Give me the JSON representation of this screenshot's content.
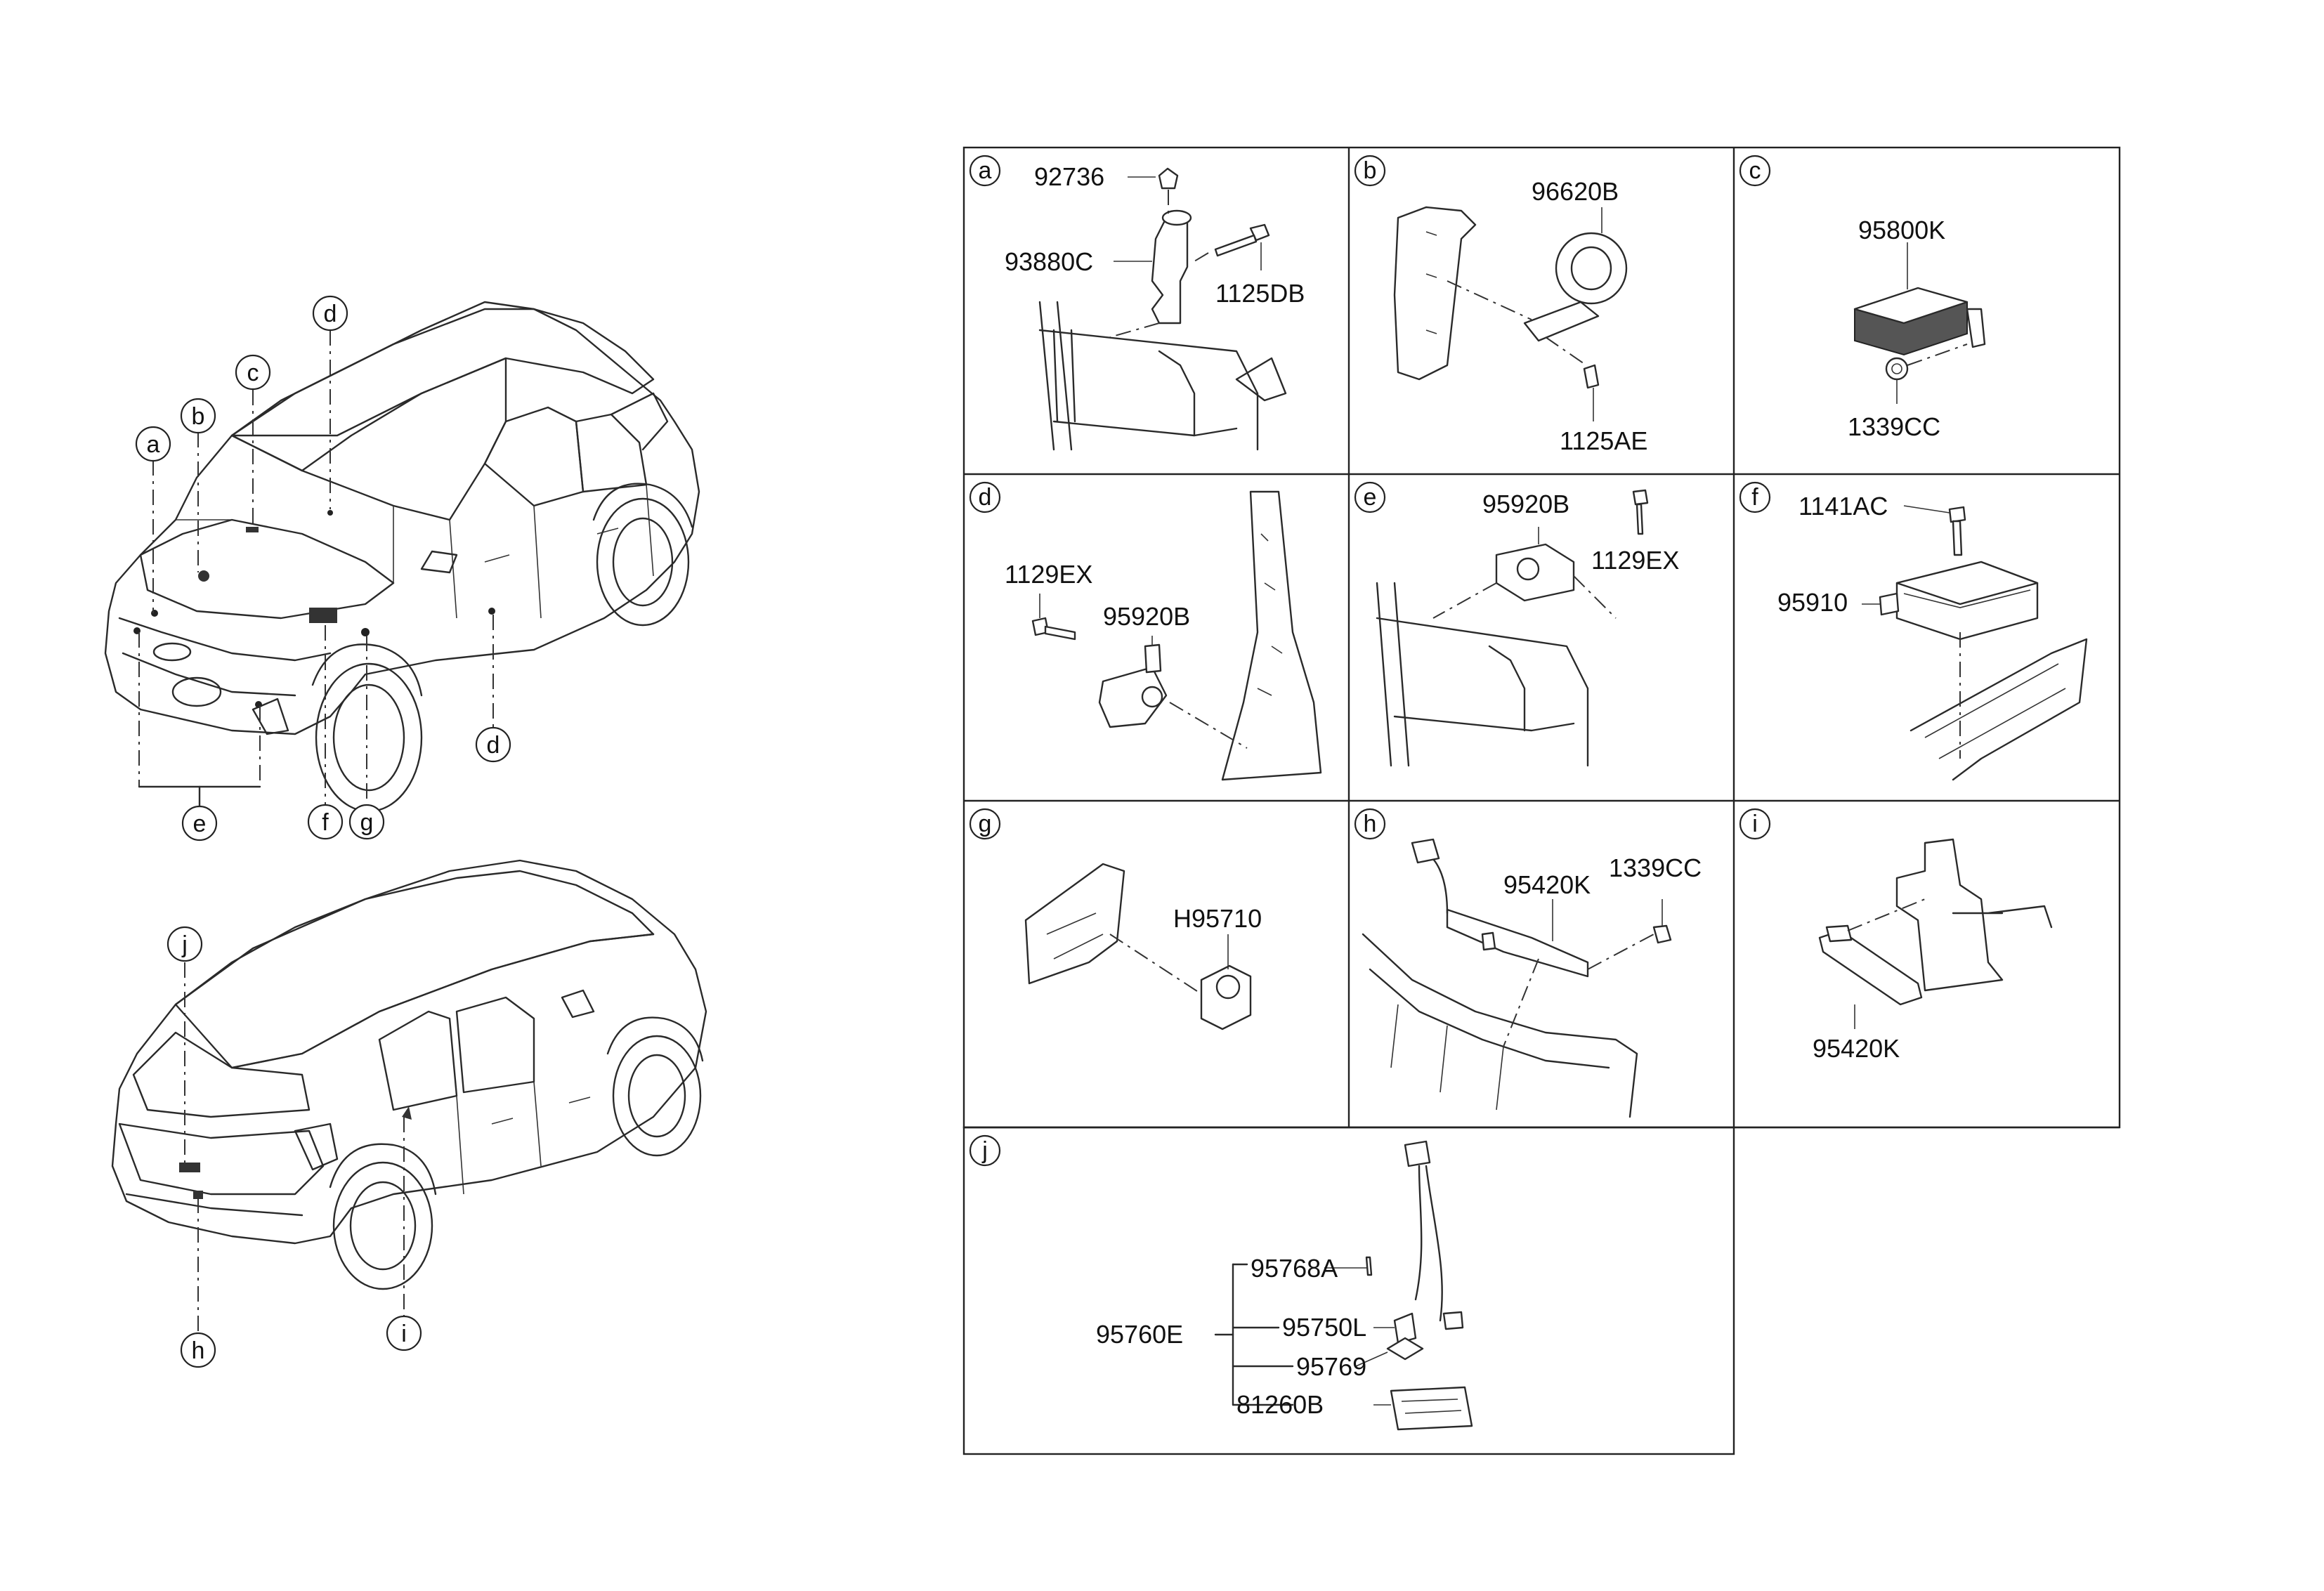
{
  "overview": {
    "front_callouts": [
      "a",
      "b",
      "c",
      "d",
      "d",
      "e",
      "f",
      "g"
    ],
    "rear_callouts": [
      "j",
      "h",
      "i"
    ]
  },
  "panels": [
    {
      "letter": "a",
      "parts": [
        "92736",
        "93880C",
        "1125DB"
      ]
    },
    {
      "letter": "b",
      "parts": [
        "96620B",
        "1125AE"
      ]
    },
    {
      "letter": "c",
      "parts": [
        "95800K",
        "1339CC"
      ]
    },
    {
      "letter": "d",
      "parts": [
        "1129EX",
        "95920B"
      ]
    },
    {
      "letter": "e",
      "parts": [
        "95920B",
        "1129EX"
      ]
    },
    {
      "letter": "f",
      "parts": [
        "1141AC",
        "95910"
      ]
    },
    {
      "letter": "g",
      "parts": [
        "H95710"
      ]
    },
    {
      "letter": "h",
      "parts": [
        "95420K",
        "1339CC"
      ]
    },
    {
      "letter": "i",
      "parts": [
        "95420K"
      ]
    },
    {
      "letter": "j",
      "parts": [
        "95768A",
        "95760E",
        "95750L",
        "95769",
        "81260B"
      ]
    }
  ]
}
